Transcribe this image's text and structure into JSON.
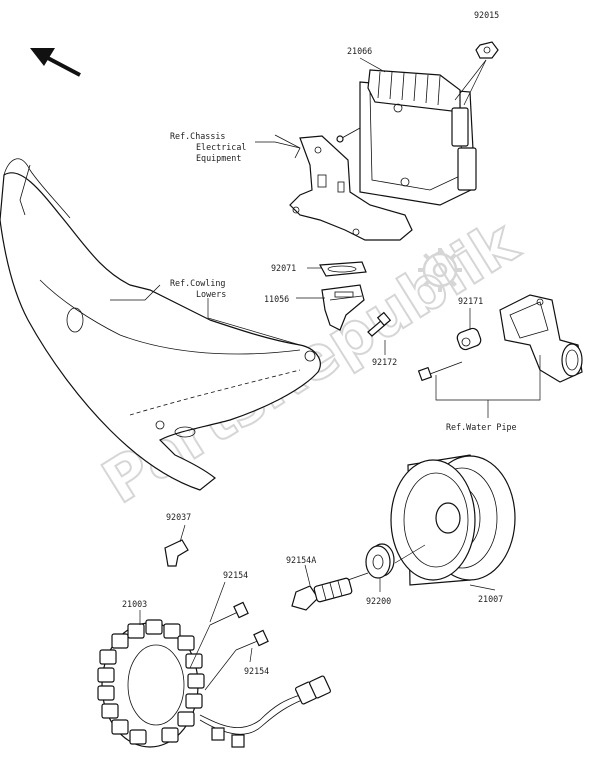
{
  "watermark": "PartsRepublik",
  "icons": {
    "direction": "front-direction-arrow-icon",
    "watermark_logo": "gear-icon"
  },
  "labels": {
    "p92015": "92015",
    "p21066": "21066",
    "ref_chassis_1": "Ref.Chassis",
    "ref_chassis_2": "Electrical",
    "ref_chassis_3": "Equipment",
    "p92071": "92071",
    "ref_cowling_1": "Ref.Cowling",
    "ref_cowling_2": "Lowers",
    "p11056": "11056",
    "p92171": "92171",
    "p92172": "92172",
    "ref_water_pipe": "Ref.Water Pipe",
    "p92037": "92037",
    "p92154_a": "92154",
    "p92154A": "92154A",
    "p21003": "21003",
    "p92200": "92200",
    "p21007": "21007",
    "p92154_b": "92154"
  }
}
